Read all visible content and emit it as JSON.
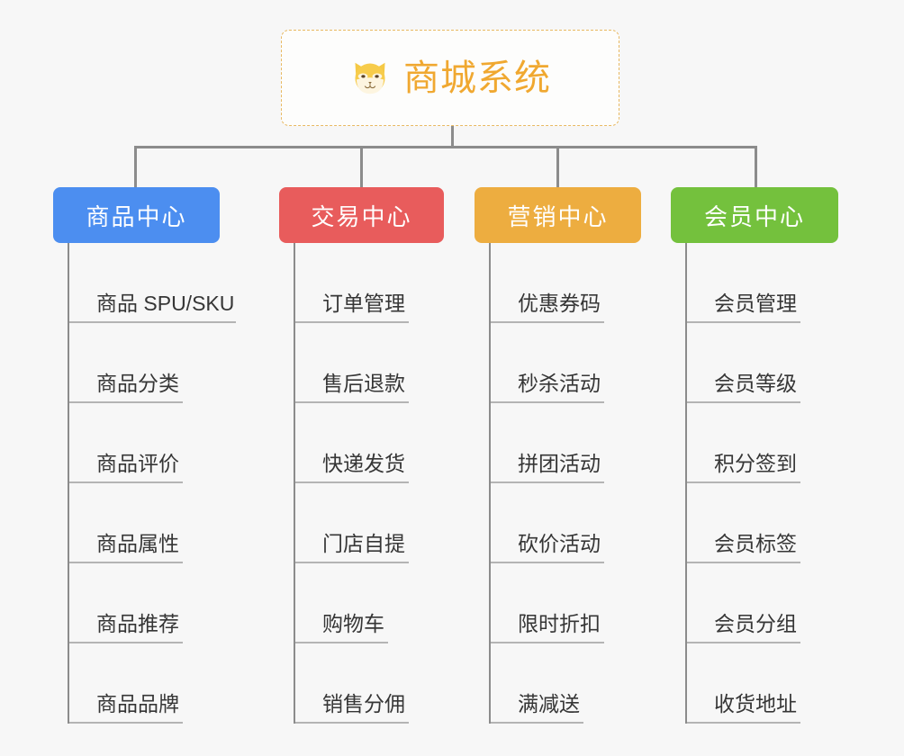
{
  "background_color": "#f7f7f7",
  "root": {
    "icon": "shiba-dog-face-icon",
    "title": "商城系统",
    "text_color": "#f0a830",
    "border_color": "#e8b962",
    "background_color": "#fdfdfc"
  },
  "connector_color": "#8c8c8c",
  "leaf_underline_color": "#b4b4b4",
  "leaf_text_color": "#363636",
  "columns": [
    {
      "title": "商品中心",
      "color": "#4c8ef0",
      "items": [
        {
          "label": "商品 SPU/SKU"
        },
        {
          "label": "商品分类"
        },
        {
          "label": "商品评价"
        },
        {
          "label": "商品属性"
        },
        {
          "label": "商品推荐"
        },
        {
          "label": "商品品牌"
        }
      ]
    },
    {
      "title": "交易中心",
      "color": "#e85c5c",
      "items": [
        {
          "label": "订单管理"
        },
        {
          "label": "售后退款"
        },
        {
          "label": "快递发货"
        },
        {
          "label": "门店自提"
        },
        {
          "label": "购物车"
        },
        {
          "label": "销售分佣"
        }
      ]
    },
    {
      "title": "营销中心",
      "color": "#edad40",
      "items": [
        {
          "label": "优惠券码"
        },
        {
          "label": "秒杀活动"
        },
        {
          "label": "拼团活动"
        },
        {
          "label": "砍价活动"
        },
        {
          "label": "限时折扣"
        },
        {
          "label": "满减送"
        }
      ]
    },
    {
      "title": "会员中心",
      "color": "#74c13d",
      "items": [
        {
          "label": "会员管理"
        },
        {
          "label": "会员等级"
        },
        {
          "label": "积分签到"
        },
        {
          "label": "会员标签"
        },
        {
          "label": "会员分组"
        },
        {
          "label": "收货地址"
        }
      ]
    }
  ]
}
